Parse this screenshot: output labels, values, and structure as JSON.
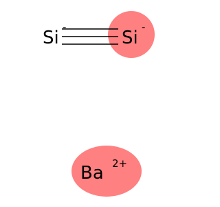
{
  "diagram": {
    "atoms": [
      {
        "symbol": "Si",
        "charge": "-",
        "highlighted": false
      },
      {
        "symbol": "Si",
        "charge": "-",
        "highlighted": true
      },
      {
        "symbol": "Ba",
        "charge": "2+",
        "highlighted": true
      }
    ],
    "bonds": [
      {
        "from": 0,
        "to": 1,
        "order": 3
      }
    ],
    "colors": {
      "highlight": "#FF8080",
      "bond": "#000000",
      "text": "#000000",
      "background": "#FFFFFF"
    }
  }
}
